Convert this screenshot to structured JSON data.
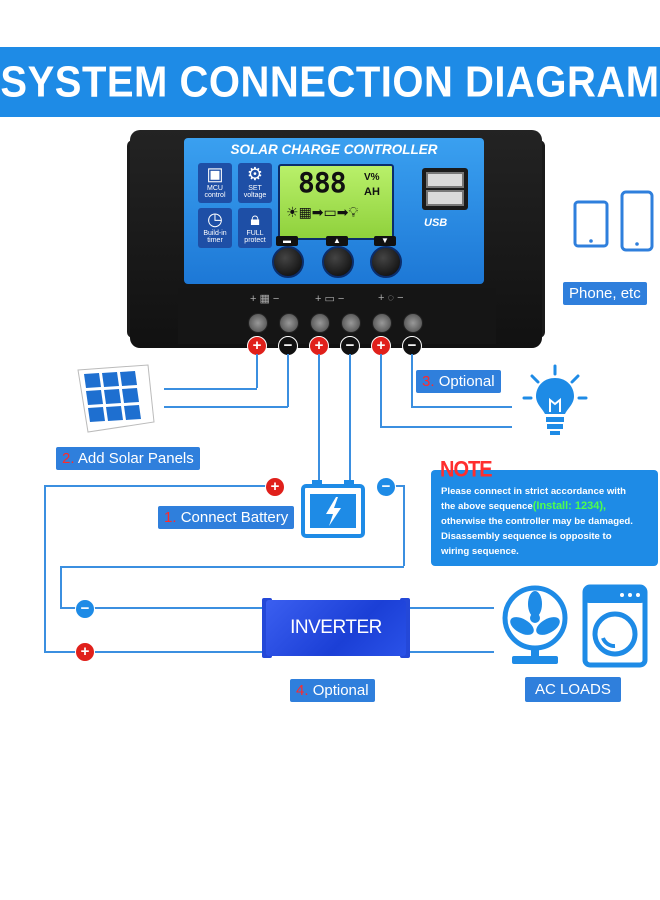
{
  "header": {
    "title": "SYSTEM CONNECTION DIAGRAM"
  },
  "controller": {
    "title": "SOLAR CHARGE CONTROLLER",
    "lcd_digits": "888",
    "lcd_unit_top": "V%",
    "lcd_unit_bottom": "AH",
    "usb_label": "USB",
    "icons": [
      {
        "label": "MCU control",
        "icon": "chip-icon"
      },
      {
        "label": "SET voltage",
        "icon": "gear-icon"
      },
      {
        "label": "Build-in timer",
        "icon": "clock-icon"
      },
      {
        "label": "FULL protect",
        "icon": "lock-icon"
      }
    ],
    "terminals": [
      "+",
      "−",
      "+",
      "−",
      "+",
      "−"
    ]
  },
  "labels": {
    "phone": "Phone, etc",
    "optional_load_num": "3.",
    "optional_load": "Optional",
    "solar_num": "2.",
    "solar": "Add Solar Panels",
    "battery_num": "1.",
    "battery": "Connect Battery",
    "inverter_num": "4.",
    "inverter_optional": "Optional",
    "inverter": "INVERTER",
    "ac_loads": "AC LOADS"
  },
  "note": {
    "title": "NOTE",
    "line1": "Please connect in strict accordance with",
    "line2a": "the above sequence",
    "line2b": "(Install: 1234),",
    "line3": "otherwise the controller may be damaged.",
    "line4": "Disassembly sequence is opposite to",
    "line5": "wiring sequence."
  },
  "colors": {
    "brand_blue": "#1e8be6",
    "positive": "#e0201b",
    "negative": "#111111",
    "wire": "#3b8fe0",
    "note_highlight": "#4dff4d"
  }
}
